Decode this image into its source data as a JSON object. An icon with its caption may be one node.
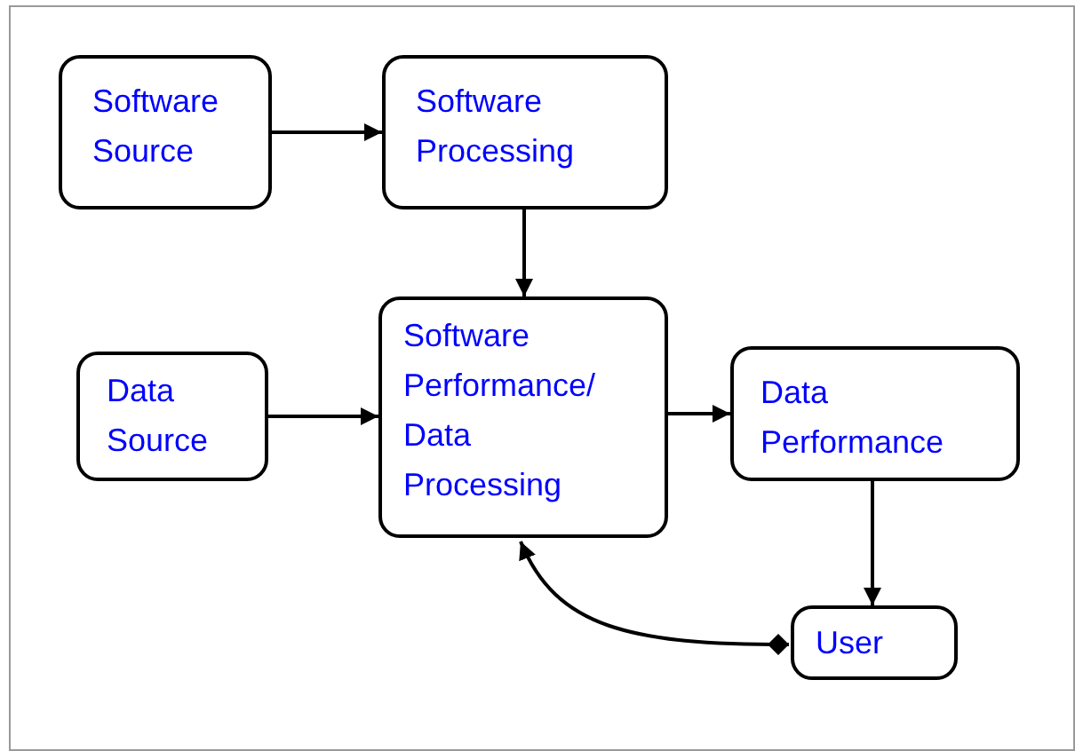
{
  "diagram": {
    "nodes": [
      {
        "text": [
          "Software Source"
        ]
      },
      {
        "text": [
          "Software Processing"
        ]
      },
      {
        "text": [
          "Data Source"
        ]
      },
      {
        "text": [
          "Software Performance/ Data Processing"
        ]
      },
      {
        "text": [
          "Data Performance"
        ]
      },
      {
        "text": [
          "User"
        ]
      }
    ],
    "edges": [
      {
        "from": 0,
        "to": 1,
        "arrow": "to"
      },
      {
        "from": 1,
        "to": 3,
        "arrow": "to"
      },
      {
        "from": 2,
        "to": 3,
        "arrow": "to"
      },
      {
        "from": 3,
        "to": 4,
        "arrow": "to"
      },
      {
        "from": 4,
        "to": 5,
        "arrow": "to"
      },
      {
        "from": 5,
        "to": 3,
        "arrow": "to"
      }
    ]
  }
}
